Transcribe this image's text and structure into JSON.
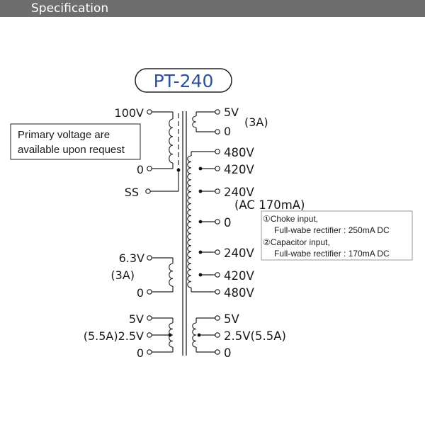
{
  "header": {
    "title": "Specification"
  },
  "model": "PT-240",
  "primary_note": [
    "Primary voltage are",
    "available upon request"
  ],
  "rectifier_note": [
    "①Choke input,",
    "Full-wabe rectifier : 250mA DC",
    "②Capacitor input,",
    "Full-wabe rectifier : 170mA DC"
  ],
  "left": {
    "primary_top": "100V",
    "primary_bottom": "0",
    "shield": "SS",
    "heater_top": "6.3V",
    "heater_rating": "(3A)",
    "heater_bottom": "0",
    "fil_top": "5V",
    "fil_mid": "(5.5A)2.5V",
    "fil_bottom": "0"
  },
  "right": {
    "w1_top": "5V",
    "w1_rating": "(3A)",
    "w1_bottom": "0",
    "hv": [
      "480V",
      "420V",
      "240V",
      "0",
      "240V",
      "420V",
      "480V"
    ],
    "hv_rating": "(AC 170mA)",
    "fil_top": "5V",
    "fil_mid": "2.5V(5.5A)",
    "fil_bottom": "0"
  },
  "colors": {
    "header_bg": "#6e6e6e",
    "model_text": "#2e4fa0"
  }
}
